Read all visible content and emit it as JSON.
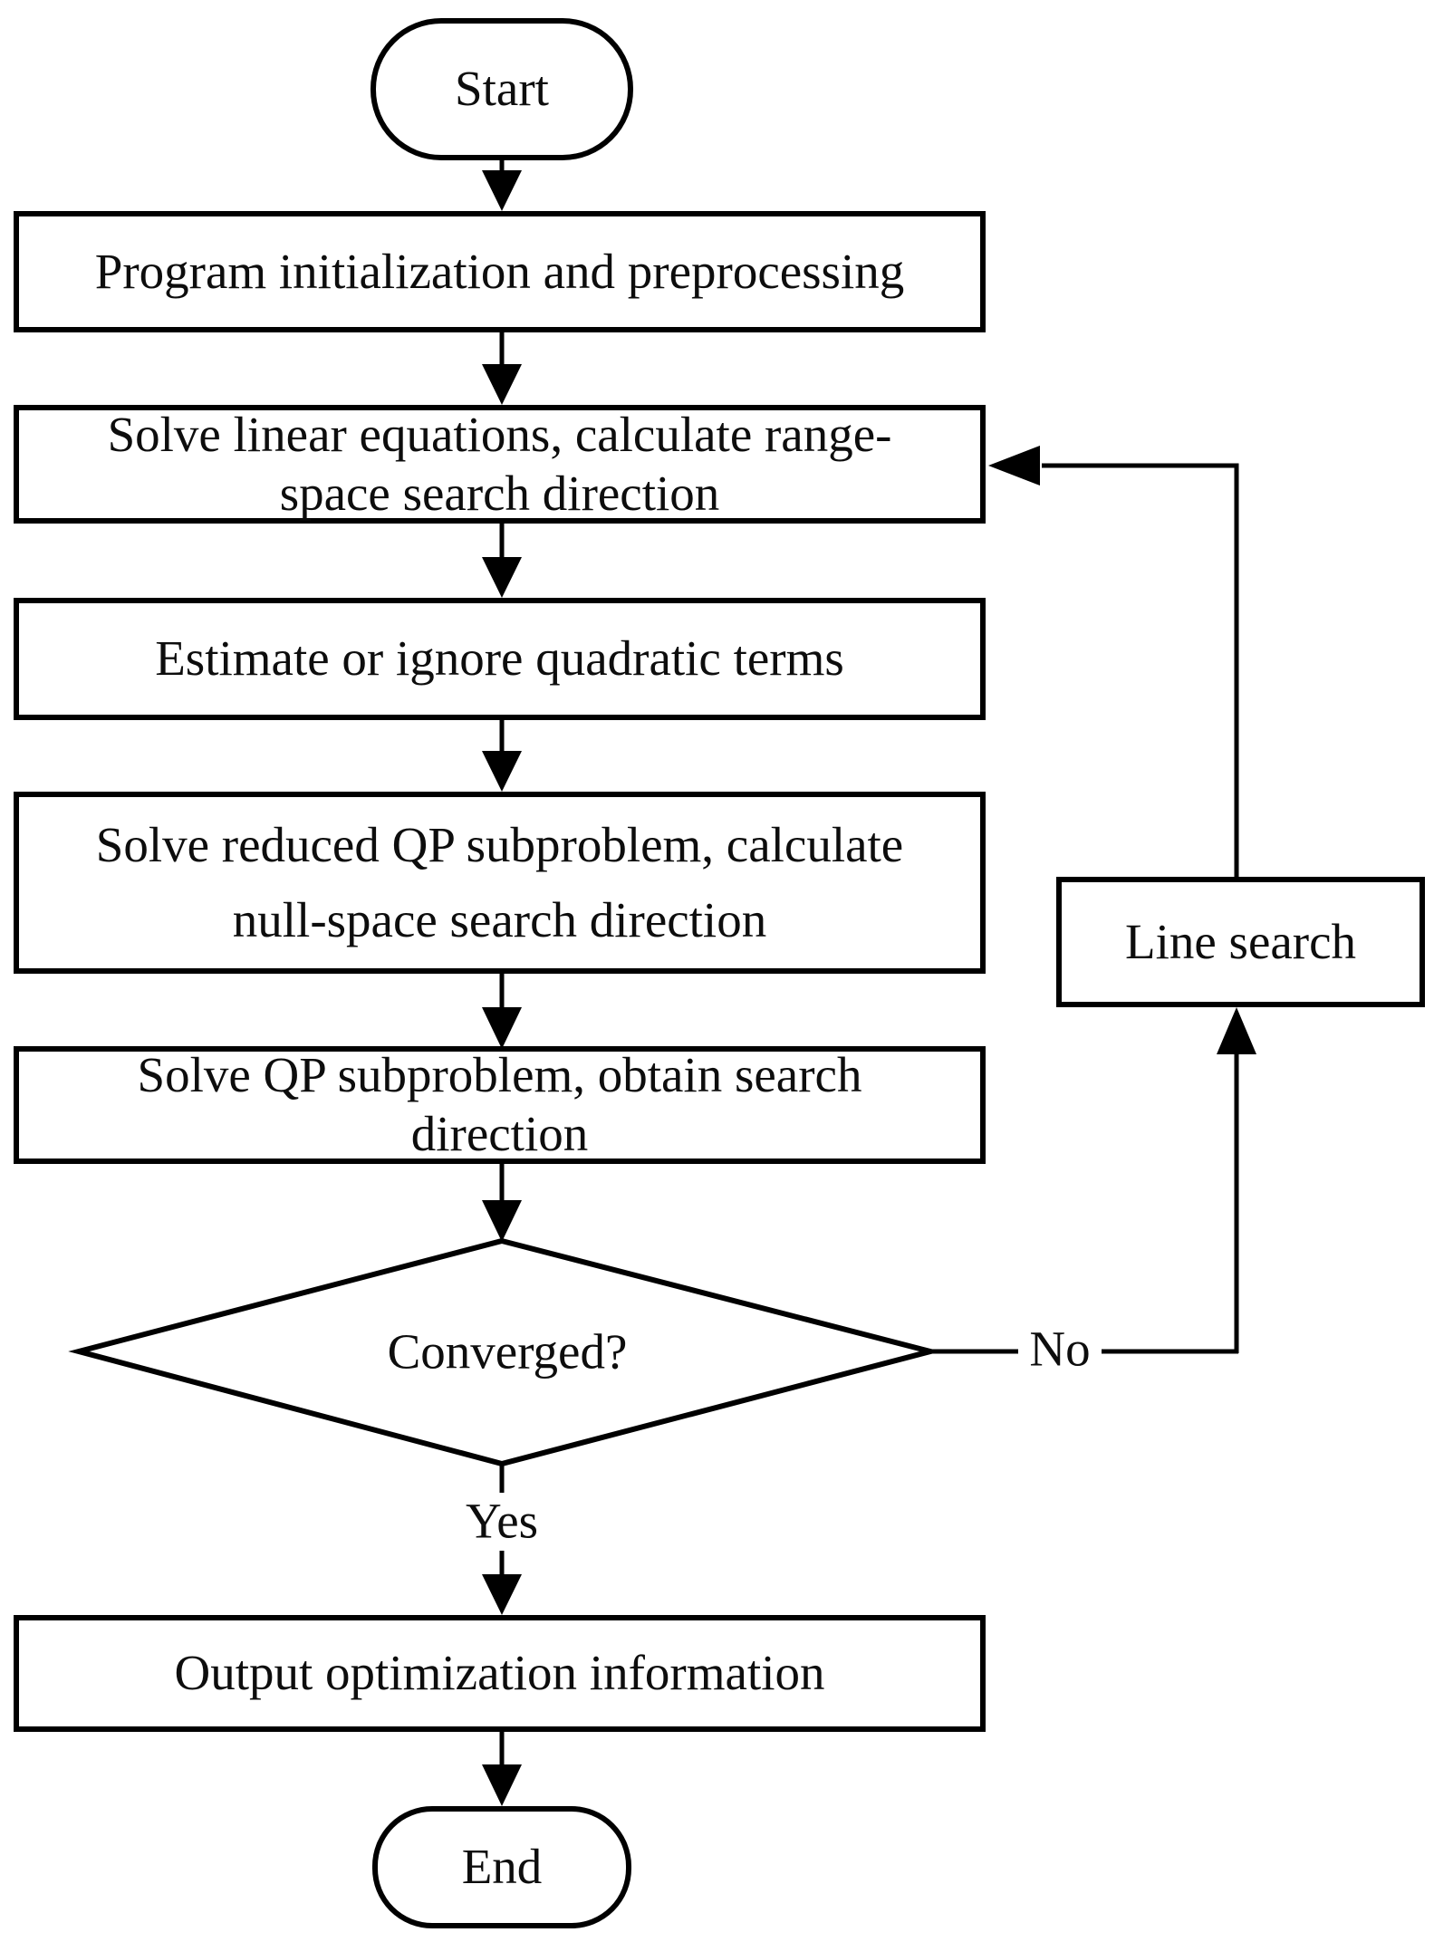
{
  "flowchart": {
    "nodes": {
      "start": {
        "type": "terminator",
        "label": "Start"
      },
      "init": {
        "type": "process",
        "label": "Program initialization and preprocessing"
      },
      "range_space": {
        "type": "process",
        "lines": [
          "Solve linear equations, calculate range-",
          "space search direction"
        ]
      },
      "quadratic": {
        "type": "process",
        "label": "Estimate or ignore quadratic terms"
      },
      "null_space": {
        "type": "process",
        "lines": [
          "Solve reduced QP subproblem, calculate",
          "null-space search direction"
        ]
      },
      "qp_search": {
        "type": "process",
        "lines": [
          "Solve QP subproblem, obtain search",
          "direction"
        ]
      },
      "converged": {
        "type": "decision",
        "label": "Converged?"
      },
      "line_search": {
        "type": "process",
        "label": "Line search"
      },
      "output": {
        "type": "process",
        "label": "Output optimization information"
      },
      "end": {
        "type": "terminator",
        "label": "End"
      }
    },
    "edge_labels": {
      "yes": "Yes",
      "no": "No"
    },
    "colors": {
      "stroke": "#000000",
      "fill": "#ffffff",
      "text": "#0d0d0d"
    }
  }
}
